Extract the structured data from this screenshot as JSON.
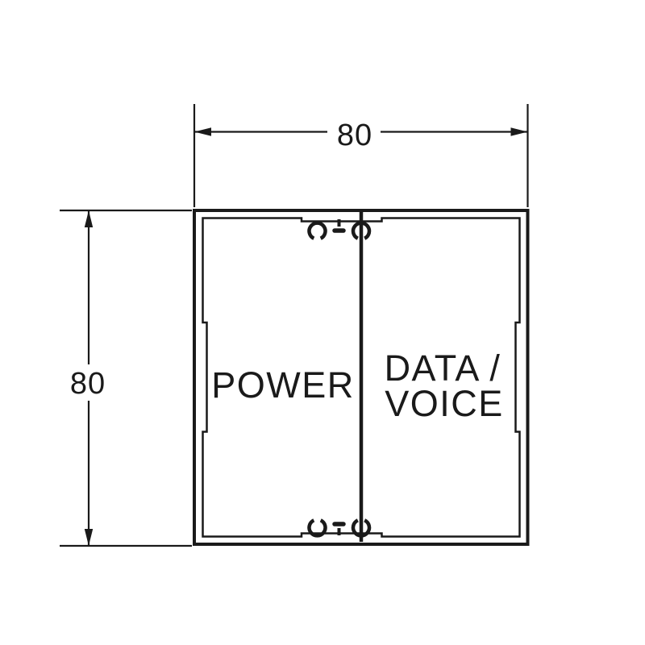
{
  "colors": {
    "ink": "#1a1a1a",
    "background": "#ffffff"
  },
  "dimensions": {
    "width": {
      "value": "80"
    },
    "height": {
      "value": "80"
    }
  },
  "compartments": {
    "left": {
      "label": "POWER"
    },
    "right": {
      "label_line1": "DATA /",
      "label_line2": "VOICE"
    }
  }
}
